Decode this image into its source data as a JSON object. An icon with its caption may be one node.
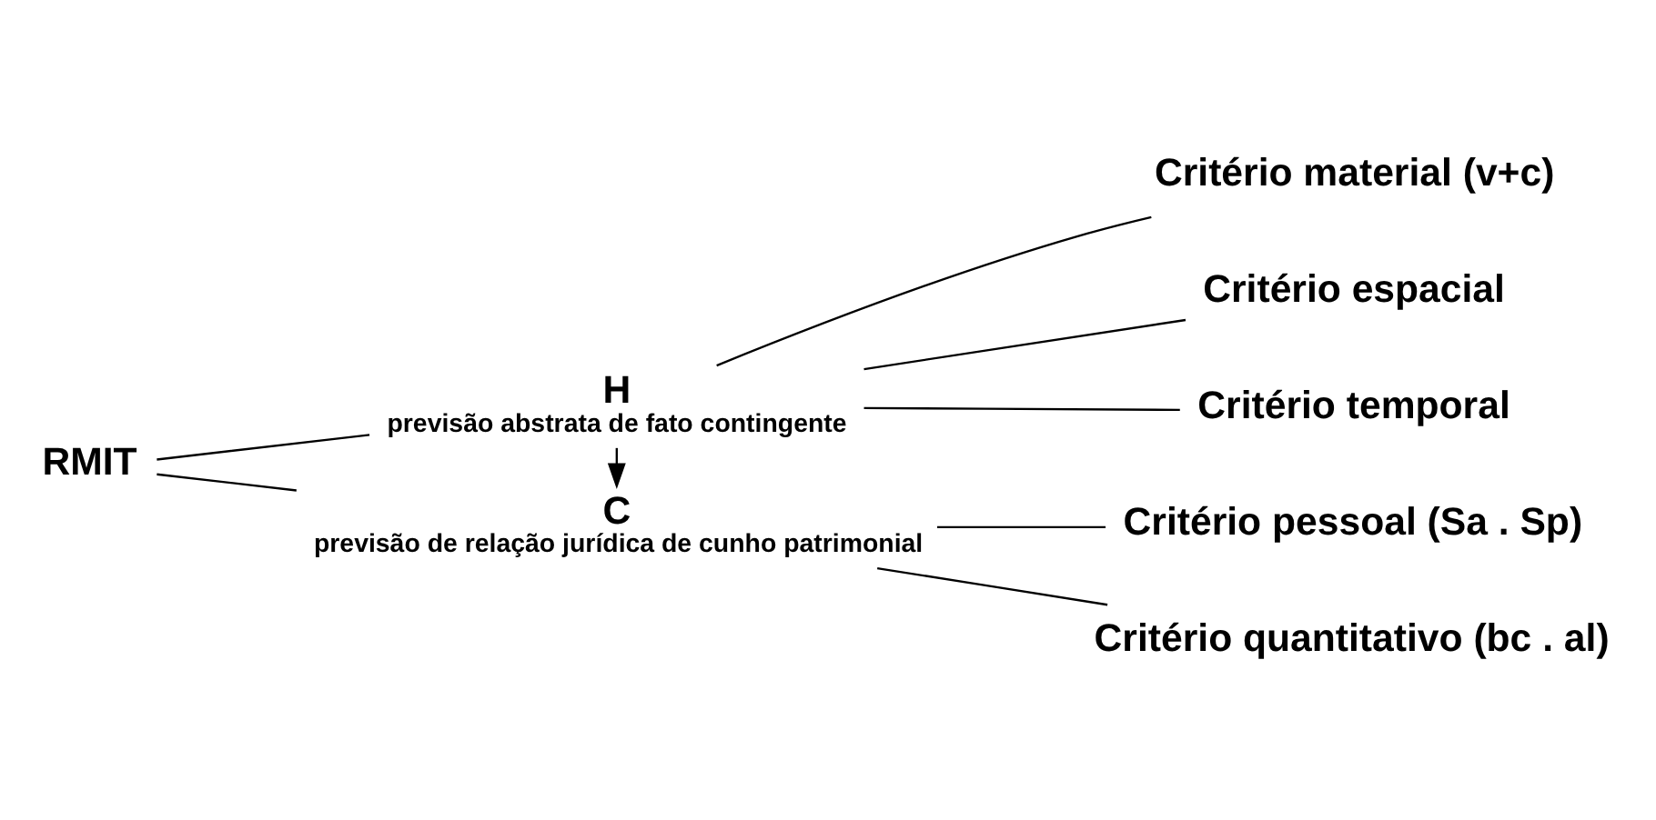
{
  "diagram": {
    "nodes": [
      {
        "text": [
          "RMIT"
        ]
      },
      {
        "text": [
          "H",
          "previsão abstrata de fato contingente"
        ]
      },
      {
        "text": [
          "C",
          "previsão de relação jurídica de cunho patrimonial"
        ]
      },
      {
        "text": [
          "Critério material (v+c)"
        ]
      },
      {
        "text": [
          "Critério espacial"
        ]
      },
      {
        "text": [
          "Critério temporal"
        ]
      },
      {
        "text": [
          "Critério pessoal (Sa . Sp)"
        ]
      },
      {
        "text": [
          "Critério quantitativo (bc . al)"
        ]
      }
    ],
    "edges": [
      {
        "from": 0,
        "to": 1,
        "arrow": "none"
      },
      {
        "from": 0,
        "to": 2,
        "arrow": "none"
      },
      {
        "from": 1,
        "to": 2,
        "arrow": "to"
      },
      {
        "from": 1,
        "to": 3,
        "arrow": "none"
      },
      {
        "from": 1,
        "to": 4,
        "arrow": "none"
      },
      {
        "from": 1,
        "to": 5,
        "arrow": "none"
      },
      {
        "from": 2,
        "to": 6,
        "arrow": "none"
      },
      {
        "from": 2,
        "to": 7,
        "arrow": "none"
      }
    ]
  }
}
